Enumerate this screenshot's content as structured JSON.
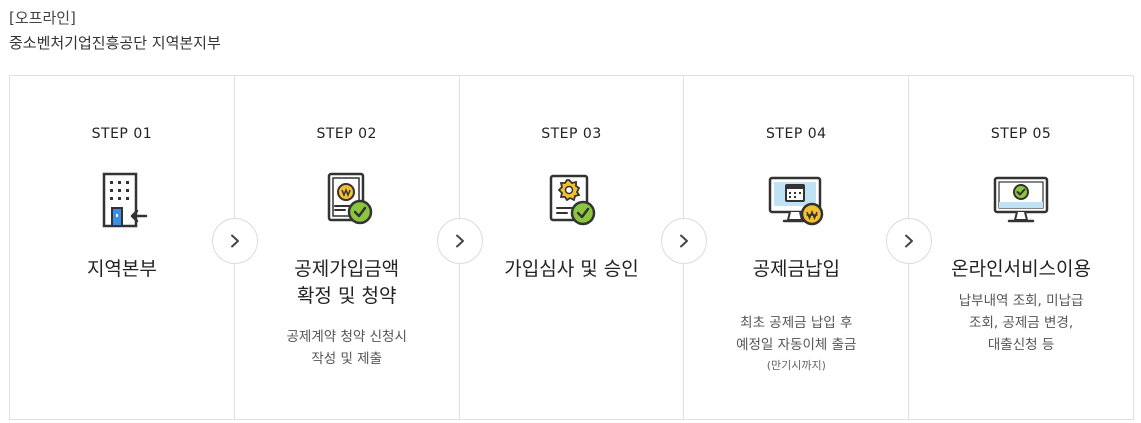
{
  "header": {
    "tag": "[오프라인]",
    "org": "중소벤처기업진흥공단 지역본지부"
  },
  "steps": [
    {
      "label": "STEP 01",
      "icon": "building-enter-icon",
      "title": "지역본부",
      "desc": "",
      "note": ""
    },
    {
      "label": "STEP 02",
      "icon": "certificate-check-icon",
      "title": "공제가입금액\n확정 및 청약",
      "desc": "공제계약 청약 신청시\n작성 및 제출",
      "note": ""
    },
    {
      "label": "STEP 03",
      "icon": "document-badge-check-icon",
      "title": "가입심사 및 승인",
      "desc": "",
      "note": ""
    },
    {
      "label": "STEP 04",
      "icon": "monitor-calendar-coin-icon",
      "title": "공제금납입",
      "desc": "최초 공제금 납입 후\n예정일 자동이체 출금",
      "note": "(만기시까지)"
    },
    {
      "label": "STEP 05",
      "icon": "monitor-check-icon",
      "title": "온라인서비스이용",
      "desc": "납부내역 조회, 미납급\n조회, 공제금 변경,\n대출신청 등",
      "note": ""
    }
  ],
  "colors": {
    "outline": "#333333",
    "accent_blue": "#3a8ee6",
    "accent_yellow": "#f5c02e",
    "accent_green": "#8cc63f",
    "screen_blue": "#bfe3f5"
  },
  "arrow_icon": "chevron-right-icon"
}
